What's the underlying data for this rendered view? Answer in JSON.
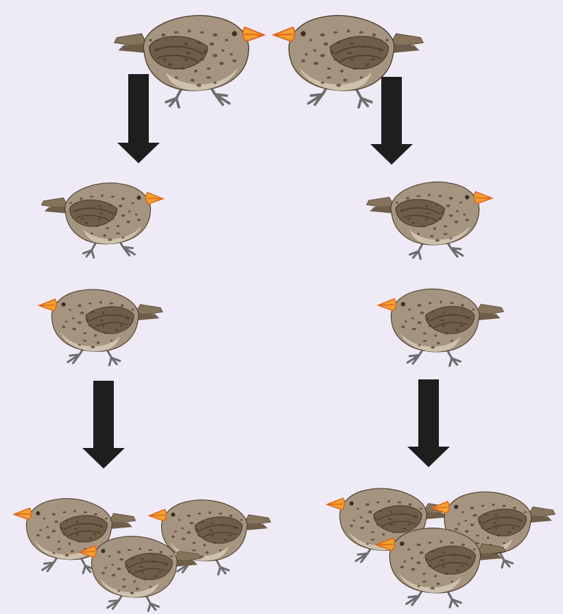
{
  "diagram": {
    "background_color": "#eeebf6",
    "arrow_color": "#1e1e1e",
    "palette": {
      "body": "#a59580",
      "wing": "#6e5d48",
      "tail": "#85735c",
      "belly": "#d3c7b3",
      "speckle": "#4f3f2d",
      "beak": "#f2a22e",
      "beak_tip": "#e0641f",
      "legs": "#6d6d6d",
      "eye": "#3a2f24"
    },
    "parents": [
      {
        "id": "parent-1",
        "facing": "right"
      },
      {
        "id": "parent-2",
        "facing": "left"
      }
    ],
    "offspring": [
      {
        "lineage": "left",
        "facing": "right"
      },
      {
        "lineage": "left",
        "facing": "left"
      },
      {
        "lineage": "right",
        "facing": "right"
      },
      {
        "lineage": "right",
        "facing": "left"
      }
    ],
    "descendant_groups": [
      {
        "lineage": "left",
        "count": 3,
        "facing": "left"
      },
      {
        "lineage": "right",
        "count": 3,
        "facing": "left"
      }
    ],
    "arrows": [
      {
        "from": "parent-1",
        "to": "offspring-left"
      },
      {
        "from": "parent-2",
        "to": "offspring-right"
      },
      {
        "from": "offspring-left",
        "to": "descendants-left"
      },
      {
        "from": "offspring-right",
        "to": "descendants-right"
      }
    ]
  }
}
